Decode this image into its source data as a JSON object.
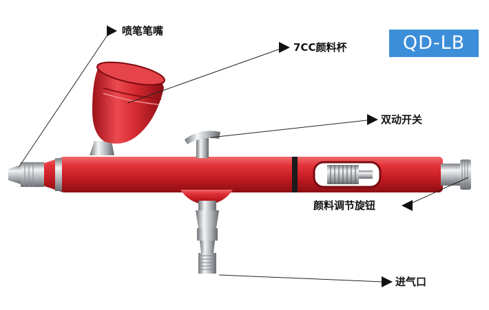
{
  "model_badge": "QD-LB",
  "labels": {
    "nozzle": "喷笔笔嘴",
    "cup": "7CC颜料杯",
    "trigger": "双动开关",
    "adjust_knob": "颜料调节旋钮",
    "air_inlet": "进气口"
  },
  "colors": {
    "badge": "#3d8ed8",
    "body_red": "#d6262e",
    "chrome": "#c9ccd0"
  },
  "icons": {
    "pointer": "triangle-arrow-icon"
  }
}
